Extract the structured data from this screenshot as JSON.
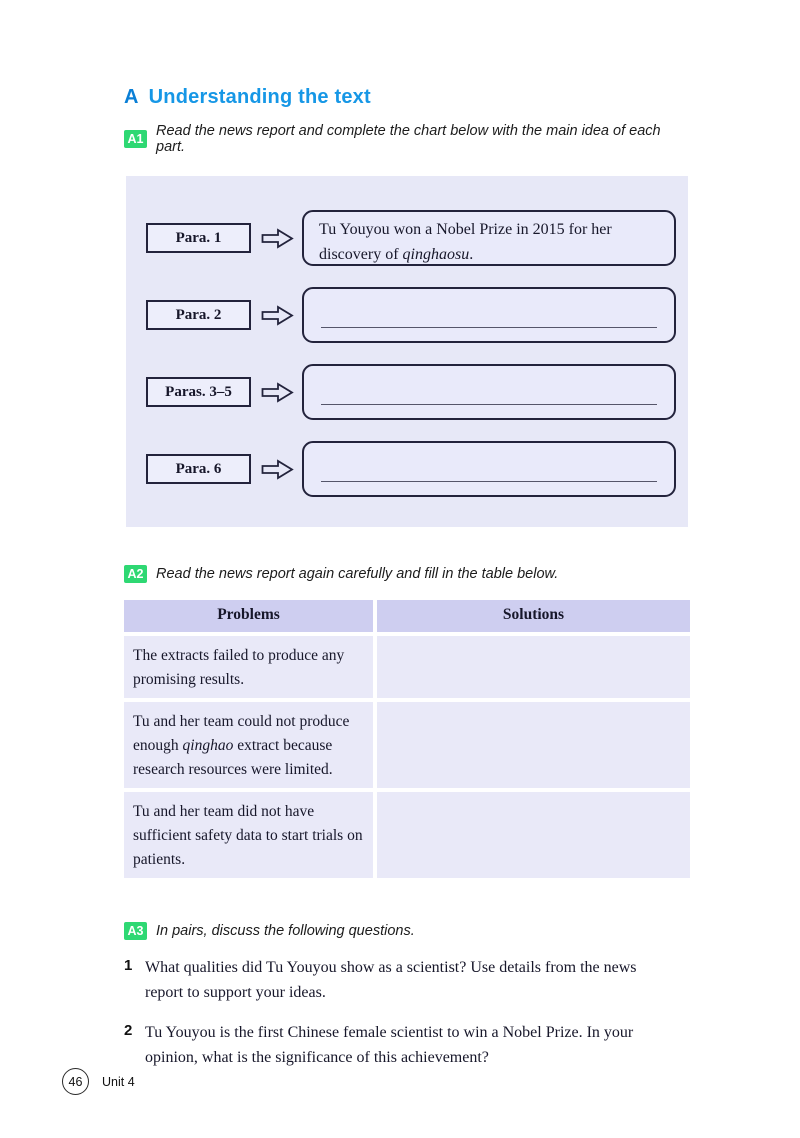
{
  "colors": {
    "heading_letter_blue": "#0a7fd6",
    "heading_blue": "#1697e6",
    "badge_green": "#2ed873",
    "panel_lavender": "#e7e8f7",
    "table_header_purple": "#cecef0",
    "table_row_lavender": "#e9e9f8",
    "box_border_dark": "#23233c"
  },
  "header": {
    "letter": "A",
    "title": "Understanding the text"
  },
  "a1": {
    "badge": "A1",
    "instruction": "Read the news report and complete the chart below with the main idea of each part.",
    "chart": {
      "rows": [
        {
          "label": "Para. 1",
          "answer": [
            {
              "t": "Tu Youyou won a Nobel Prize in 2015 for her discovery of "
            },
            {
              "t": "qinghaosu",
              "i": true
            },
            {
              "t": "."
            }
          ]
        },
        {
          "label": "Para. 2"
        },
        {
          "label": "Paras. 3–5"
        },
        {
          "label": "Para. 6"
        }
      ]
    }
  },
  "a2": {
    "badge": "A2",
    "instruction": "Read the news report again carefully and fill in the table below.",
    "table": {
      "headers": [
        "Problems",
        "Solutions"
      ],
      "rows": [
        {
          "problem": [
            {
              "t": "The extracts failed to produce any promising results."
            }
          ],
          "solution": ""
        },
        {
          "problem": [
            {
              "t": "Tu and her team could not produce enough "
            },
            {
              "t": "qinghao",
              "i": true
            },
            {
              "t": " extract because research resources were limited."
            }
          ],
          "solution": ""
        },
        {
          "problem": [
            {
              "t": "Tu and her team did not have sufficient safety data to start trials on patients."
            }
          ],
          "solution": ""
        }
      ]
    }
  },
  "a3": {
    "badge": "A3",
    "instruction": "In pairs, discuss the following questions.",
    "questions": [
      {
        "number": "1",
        "text": "What qualities did Tu Youyou show as a scientist? Use details from the news report to support your ideas."
      },
      {
        "number": "2",
        "text": "Tu Youyou is the first Chinese female scientist to win a Nobel Prize. In your opinion, what is the significance of this achievement?"
      }
    ]
  },
  "footer": {
    "page_number": "46",
    "unit_label": "Unit 4"
  }
}
